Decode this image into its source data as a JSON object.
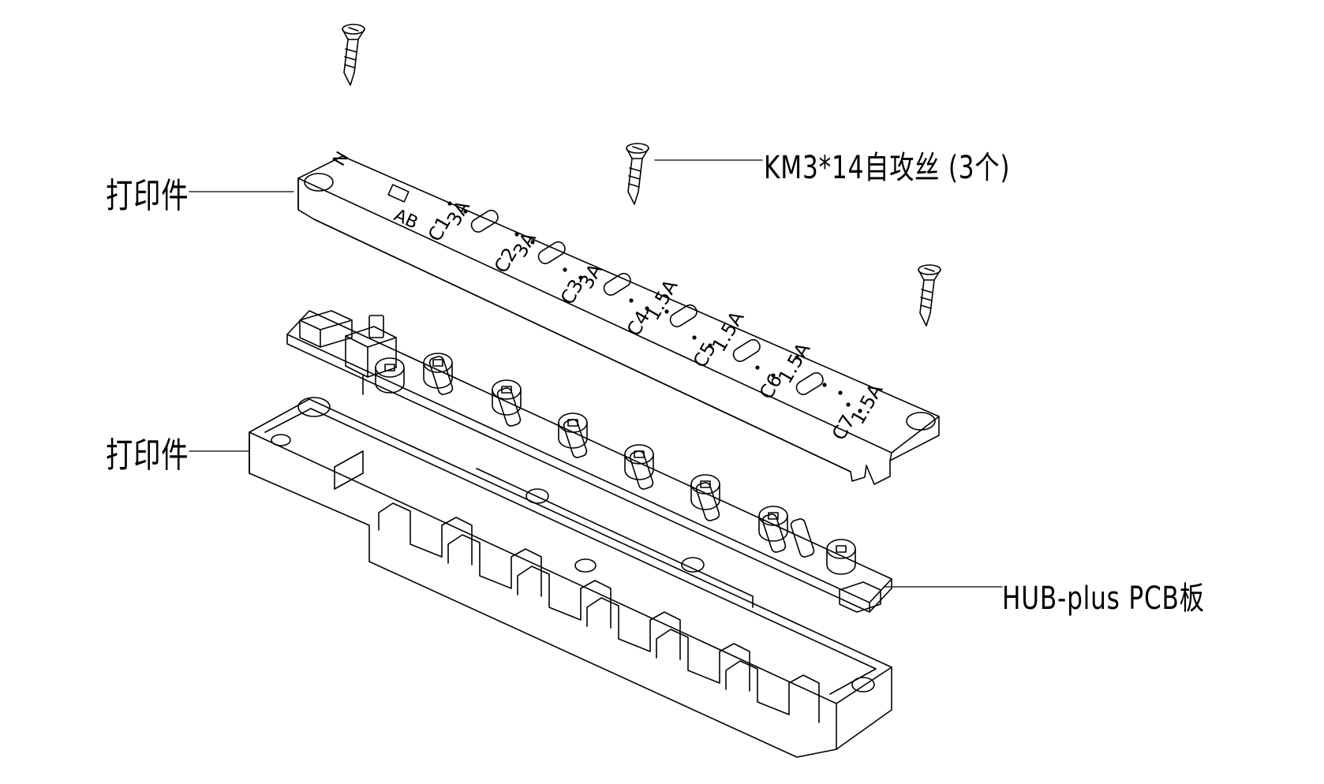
{
  "labels": {
    "top_part": "打印件",
    "screws": "KM3*14自攻丝 (3个)",
    "bottom_part": "打印件",
    "pcb": "HUB-plus  PCB板"
  },
  "lid_markings": [
    {
      "current": "3A",
      "port": "C1"
    },
    {
      "current": "3A",
      "port": "C2"
    },
    {
      "current": "3A",
      "port": "C3"
    },
    {
      "current": "1.5A",
      "port": "C4"
    },
    {
      "current": "1.5A",
      "port": "C5"
    },
    {
      "current": "1.5A",
      "port": "C6"
    },
    {
      "current": "1.5A",
      "port": "C7"
    }
  ],
  "lid_corner_mark": "N",
  "lid_logo_mark": "AB",
  "colors": {
    "line": "#000000",
    "background": "#ffffff"
  }
}
